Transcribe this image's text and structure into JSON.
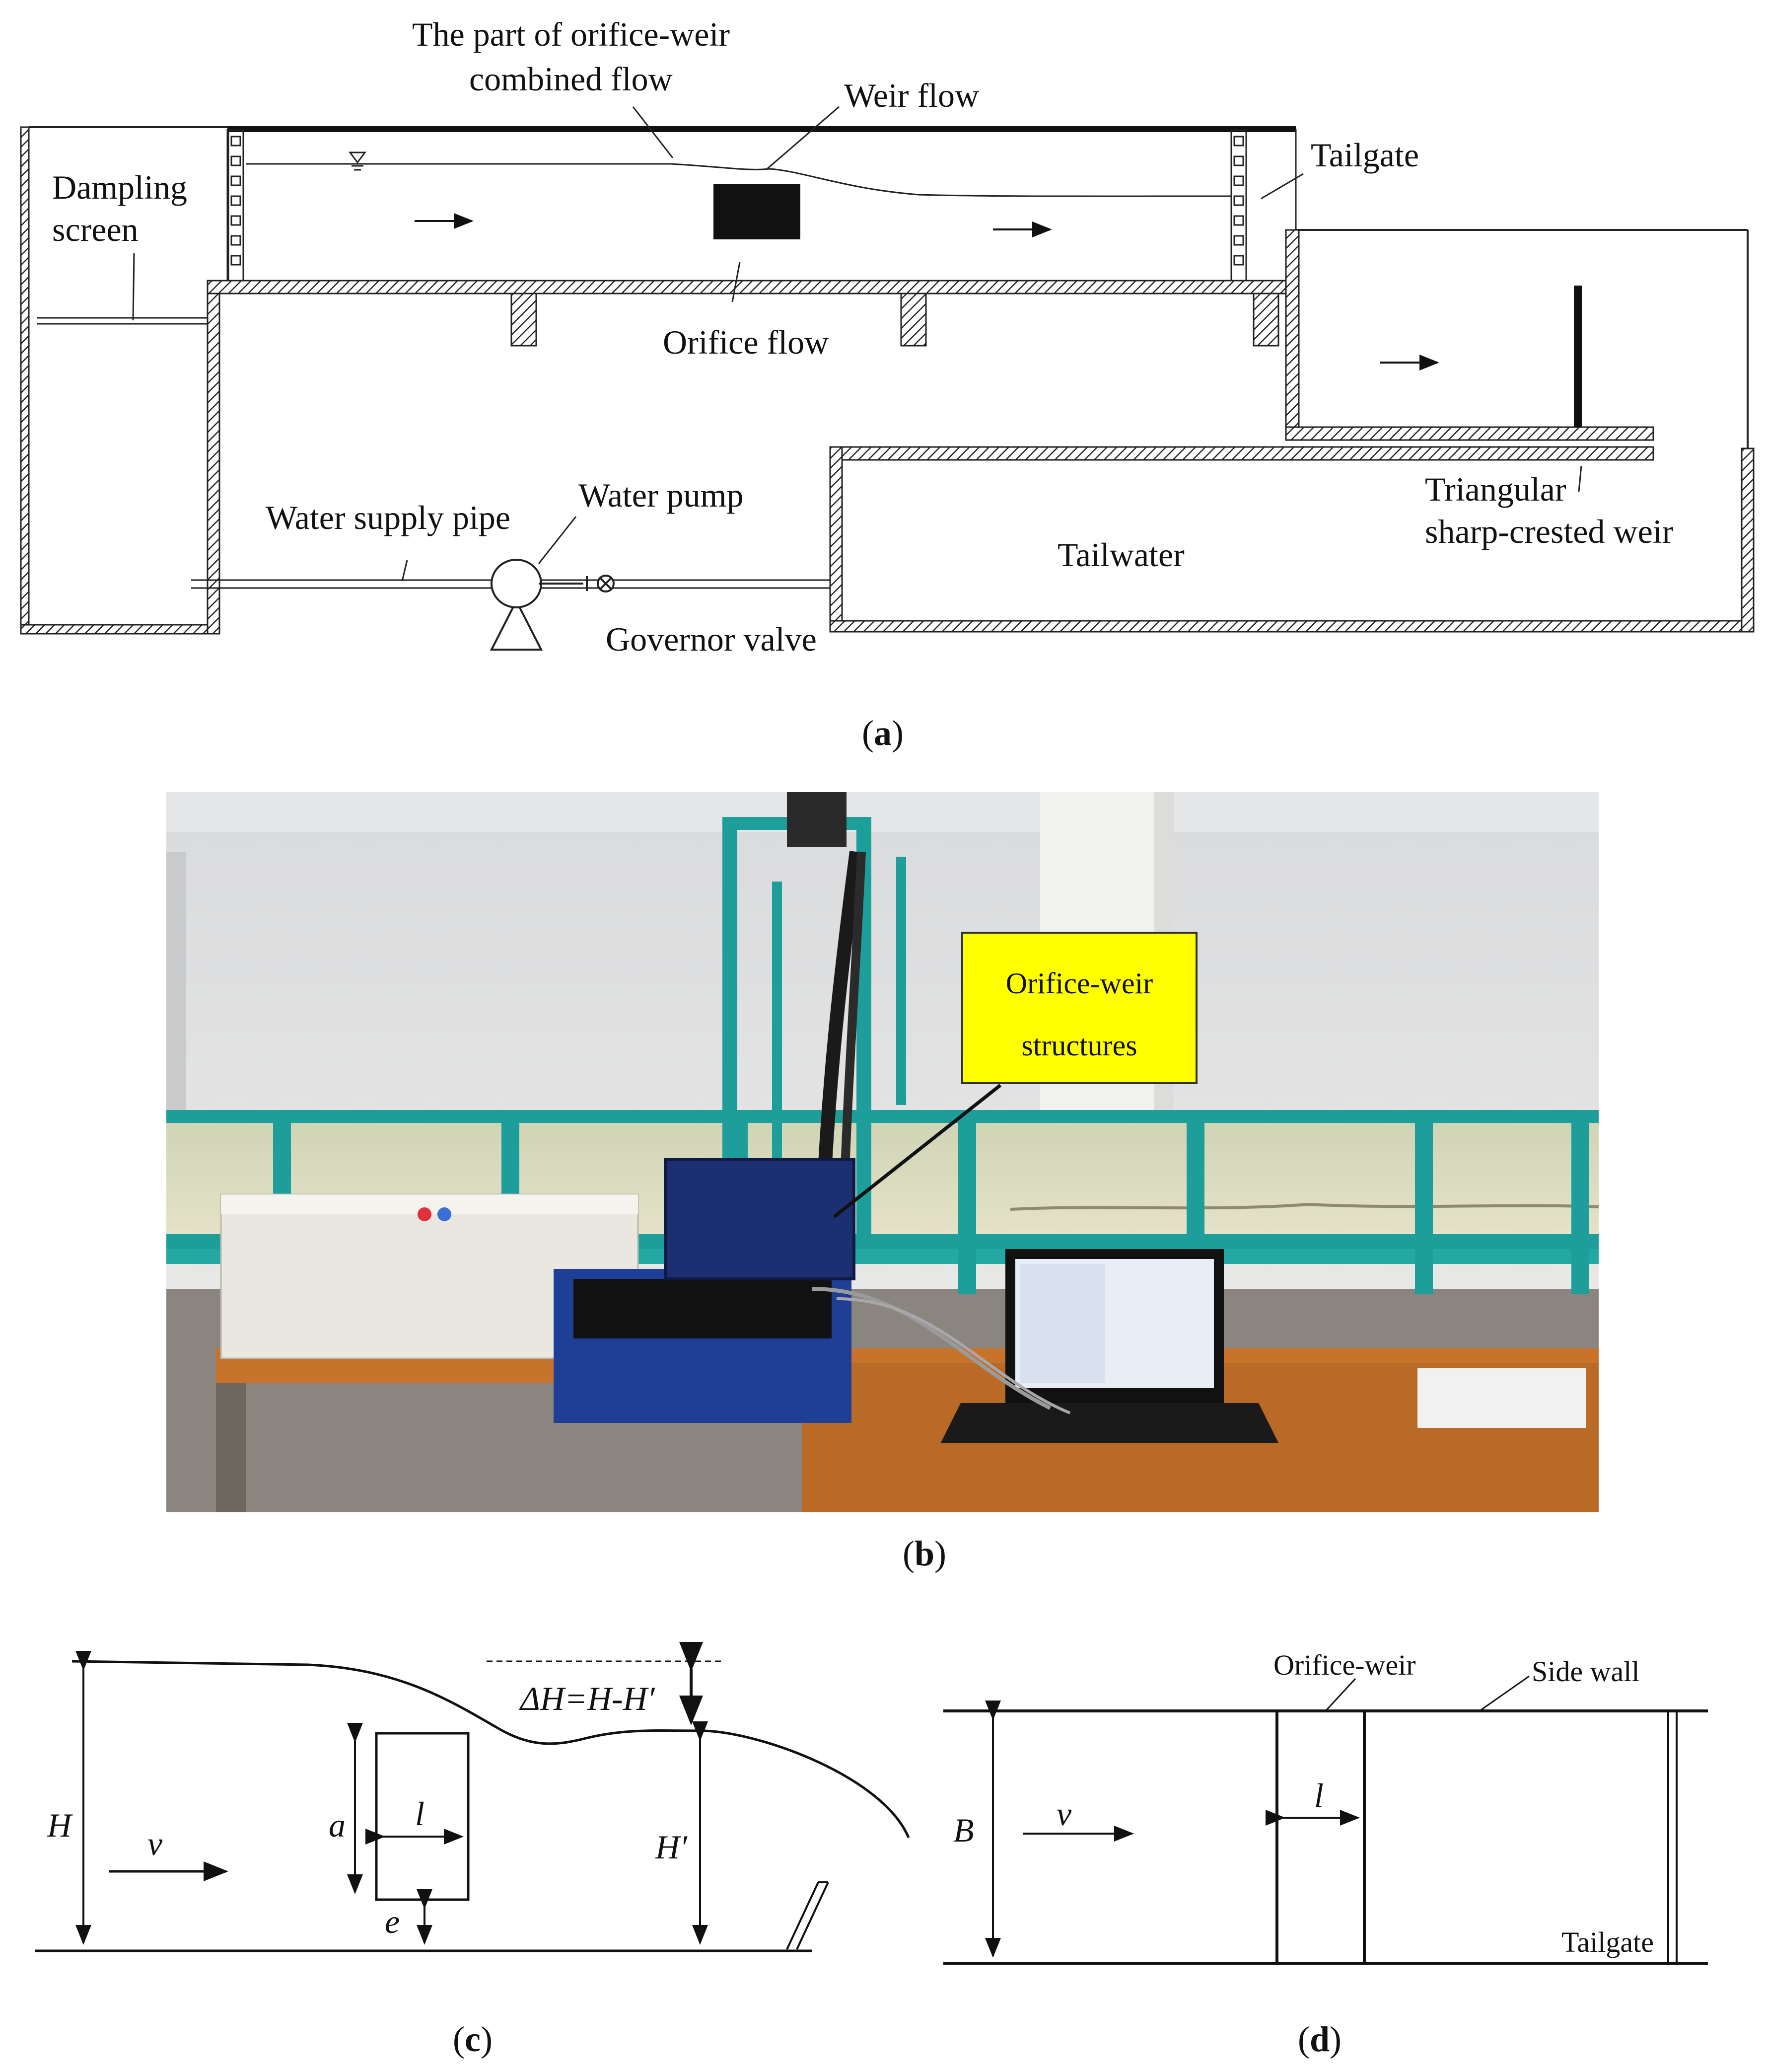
{
  "panel_a": {
    "caption_open": "(",
    "caption_letter": "a",
    "caption_close": ")",
    "labels": {
      "combined_line1": "The part of orifice-weir",
      "combined_line2": "combined flow",
      "weir_flow": "Weir flow",
      "tailgate": "Tailgate",
      "damping_line1": "Dampling",
      "damping_line2": "screen",
      "orifice_flow": "Orifice flow",
      "water_pump": "Water pump",
      "water_supply_pipe": "Water supply pipe",
      "tailwater": "Tailwater",
      "governor_valve": "Governor valve",
      "triangular_line1": "Triangular",
      "triangular_line2": "sharp-crested weir"
    }
  },
  "panel_b": {
    "caption_open": "(",
    "caption_letter": "b",
    "caption_close": ")",
    "callout_line1": "Orifice-weir",
    "callout_line2": "structures",
    "colors": {
      "callout_fill": "#ffff00",
      "flume_frame": "#1e9e9a",
      "wall": "#e8e6e2"
    }
  },
  "panel_c": {
    "caption_open": "(",
    "caption_letter": "c",
    "caption_close": ")",
    "labels": {
      "H": "H",
      "v": "v",
      "a": "a",
      "l": "l",
      "e": "e",
      "delta_h": "ΔH=H-H′",
      "H_prime": "H′"
    }
  },
  "panel_d": {
    "caption_open": "(",
    "caption_letter": "d",
    "caption_close": ")",
    "labels": {
      "orifice_weir": "Orifice-weir",
      "side_wall": "Side wall",
      "B": "B",
      "v": "v",
      "l": "l",
      "tailgate": "Tailgate"
    }
  }
}
